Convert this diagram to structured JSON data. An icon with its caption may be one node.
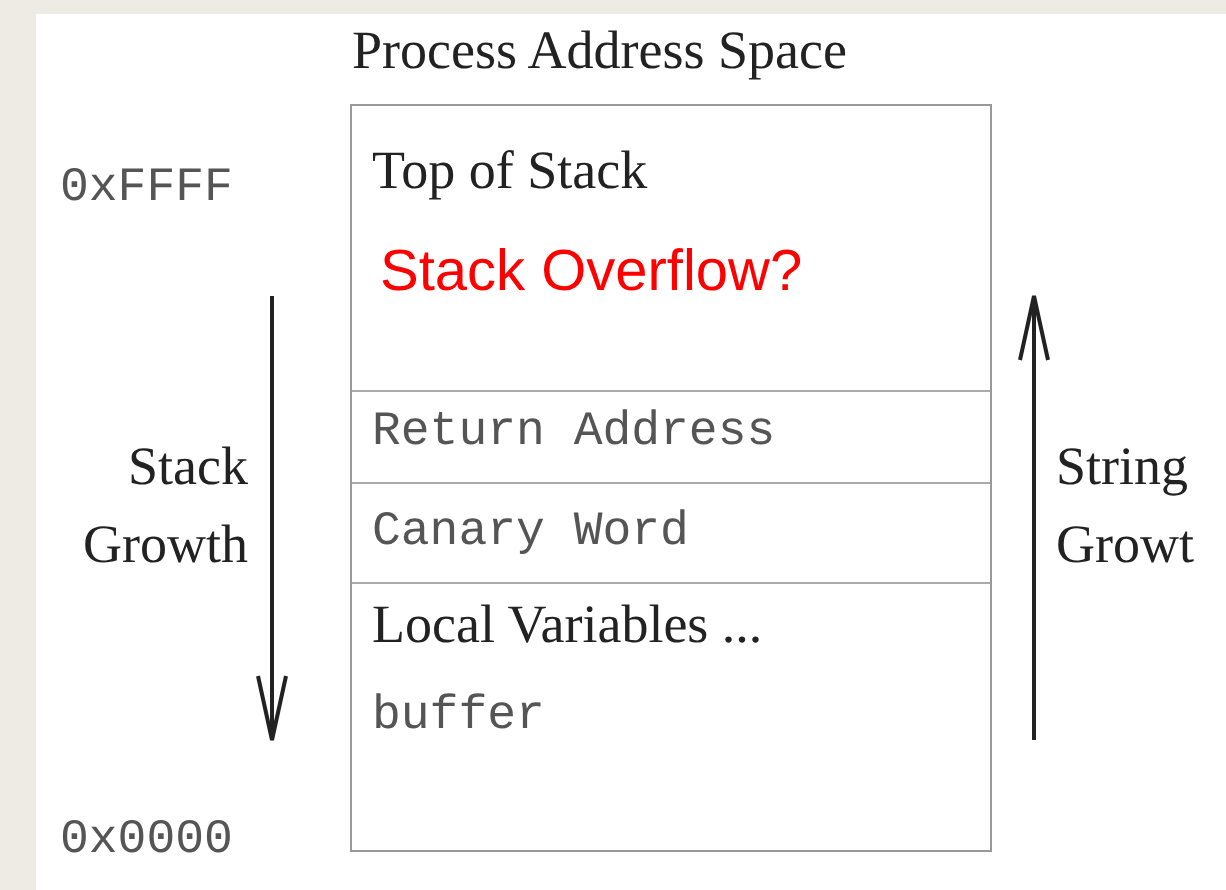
{
  "diagram": {
    "nodes": [
      {
        "text": [
          "Process Address Space"
        ]
      },
      {
        "text": [
          "Top of Stack",
          "Stack Overflow?"
        ],
        "in": 0
      },
      {
        "text": [
          "Return Address"
        ],
        "in": 0
      },
      {
        "text": [
          "Canary Word"
        ],
        "in": 0
      },
      {
        "text": [
          "Local Variables ...",
          "buffer"
        ],
        "in": 0
      }
    ],
    "labels": [
      "0xFFFF",
      "Stack Growth",
      "String Growt",
      "0x0000"
    ]
  }
}
